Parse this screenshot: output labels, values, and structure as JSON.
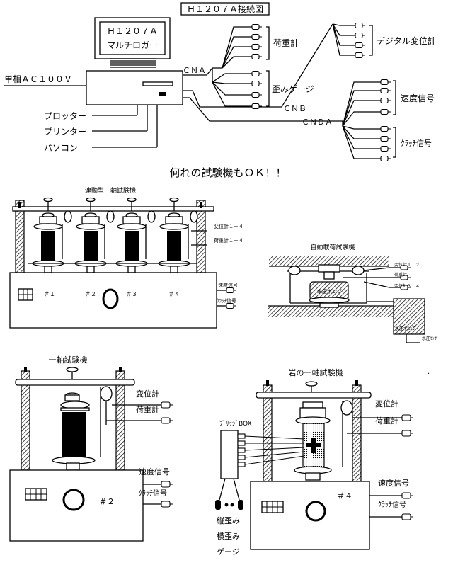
{
  "title": "Ｈ１２０７Ａ接続図",
  "logger": {
    "model": "Ｈ１２０７Ａ",
    "name": "マルチロガー"
  },
  "power_label": "単相ＡＣ１００Ｖ",
  "connectors": {
    "a": "ＣＮＡ",
    "b": "ＣＮＢ",
    "da": "ＣＮＤＡ"
  },
  "groups": {
    "load": "荷重計",
    "strain": "歪みゲージ",
    "digital_disp": "デジタル変位計",
    "speed": "速度信号",
    "clutch": "ｸﾗｯﾁ信号"
  },
  "peripherals": [
    "プロッター",
    "プリンター",
    "パソコン"
  ],
  "tagline": "何れの試験機もＯＫ！！",
  "machines": {
    "quad": {
      "title": "連動型一軸試験機",
      "labels": [
        "変位計１－４",
        "荷重計１－４",
        "速度信号",
        "ｸﾗｯﾁ信号"
      ],
      "stations": [
        "＃１",
        "＃２",
        "＃３",
        "＃４"
      ]
    },
    "auto": {
      "title": "自動載荷試験機",
      "labels": [
        "変位計１．２",
        "荷重計",
        "変位計３．４",
        "水圧ポンプ",
        "水圧ポンプ",
        "水圧ｾﾝｻｰ"
      ]
    },
    "single": {
      "title": "一軸試験機",
      "labels": [
        "変位計",
        "荷重計",
        "速度信号",
        "ｸﾗｯﾁ信号"
      ],
      "station": "＃２"
    },
    "rock": {
      "title": "岩の一軸試験機",
      "labels": [
        "変位計",
        "荷重計",
        "速度信号",
        "ｸﾗｯﾁ信号"
      ],
      "bridge_box": "ﾌﾞﾘｯｼﾞBOX",
      "gauges": [
        "縦歪み",
        "横歪み",
        "ゲージ"
      ],
      "station": "＃４"
    }
  }
}
